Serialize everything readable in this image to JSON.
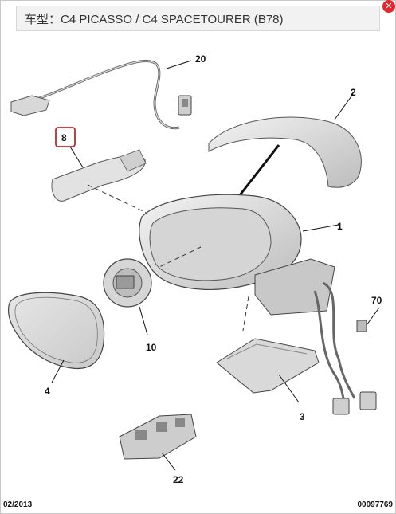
{
  "header": {
    "title": "车型：C4 PICASSO / C4 SPACETOURER (B78)"
  },
  "callouts": {
    "c1": "1",
    "c2": "2",
    "c3": "3",
    "c4": "4",
    "c8": "8",
    "c10": "10",
    "c20": "20",
    "c22": "22",
    "c70": "70"
  },
  "footer": {
    "date": "02/2013",
    "ref": "00097769"
  },
  "colors": {
    "highlight_box": "#c0282e",
    "close": "#e0282e"
  }
}
